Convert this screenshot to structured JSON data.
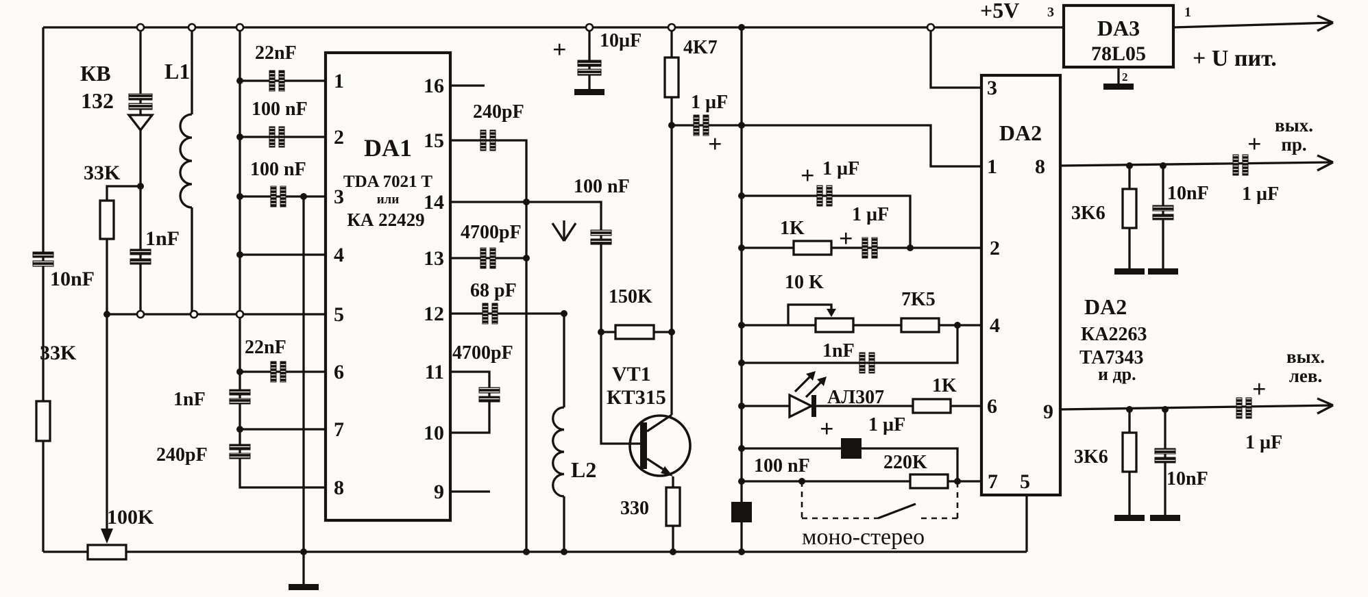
{
  "schematic_title": "FM receiver schematic (scanned)",
  "texts": {
    "plus": "+",
    "kv1": "КВ",
    "kv2": "132",
    "l1": "L1",
    "l2": "L2",
    "r33k_top": "33K",
    "r33k_bot": "33K",
    "c1nf_var": "1nF",
    "c10nf_left": "10nF",
    "r100k": "100K",
    "c22nf_p1": "22nF",
    "c100nf_p2": "100 nF",
    "c100nf_p3": "100 nF",
    "c22nf_p6": "22nF",
    "c1nf_bus": "1nF",
    "c240pf_bus": "240pF",
    "da1_name": "DA1",
    "da1_part1": "TDA 7021 T",
    "da1_or": "или",
    "da1_part2": "КА 22429",
    "da1_left": [
      "1",
      "2",
      "3",
      "4",
      "5",
      "6",
      "7",
      "8"
    ],
    "da1_right": [
      "16",
      "15",
      "14",
      "13",
      "12",
      "11",
      "10",
      "9"
    ],
    "c240pf_p15": "240pF",
    "c100nf_p14": "100 nF",
    "c4700pf_p13": "4700pF",
    "c68pf_p12": "68 pF",
    "c4700pf_p11": "4700pF",
    "c10uf": "10µF",
    "r4k7": "4K7",
    "c1uf_a": "1 µF",
    "r150k": "150K",
    "vt1": "VT1",
    "kt315": "КТ315",
    "r330": "330",
    "c1uf_b": "1 µF",
    "r1k_a": "1K",
    "c1uf_c": "1 µF",
    "r10k": "10 K",
    "r7k5": "7K5",
    "c1nf_r": "1nF",
    "led": "АЛ307",
    "r1k_b": "1K",
    "c1uf_d": "1 µF",
    "c100nf_sq": "100 nF",
    "r220k": "220K",
    "mono": "моно-стерео",
    "da2_name": "DA2",
    "da2_left": [
      "3",
      "1",
      "2",
      "4",
      "6",
      "7"
    ],
    "da2_right": [
      "8",
      "9"
    ],
    "da2_bottom": [
      "5"
    ],
    "da2_side1": "DA2",
    "da2_side2": "КА2263",
    "da2_side3": "ТА7343",
    "da2_side4": "и др.",
    "da3_name": "DA3",
    "da3_part": "78L05",
    "v5": "+5V",
    "da3_p3": "3",
    "da3_p1": "1",
    "da3_p2": "2",
    "upit": "+ U пит.",
    "out_r1": "вых.",
    "out_r2": "пр.",
    "out_l1": "вых.",
    "out_l2": "лев.",
    "r3k6_a": "3K6",
    "c10nf_a": "10nF",
    "r3k6_b": "3K6",
    "c10nf_b": "10nF",
    "c1uf_or": "1 µF",
    "c1uf_ol": "1 µF"
  },
  "colors": {
    "ink": "#151310",
    "paper": "#fcfbf7"
  }
}
